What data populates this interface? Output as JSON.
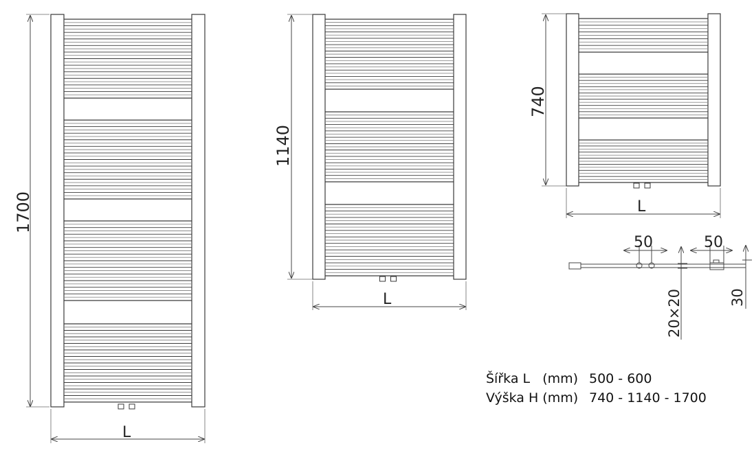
{
  "drawings": {
    "radiator_1700": {
      "height_label": "1700",
      "width_label": "L"
    },
    "radiator_1140": {
      "height_label": "1140",
      "width_label": "L"
    },
    "radiator_740": {
      "height_label": "740",
      "width_label": "L"
    }
  },
  "connection_detail": {
    "spacing_left": "50",
    "spacing_right": "50",
    "pipe_label": "20×20",
    "depth_label": "30"
  },
  "spec_table": {
    "rows": [
      {
        "label": "Šířka L   (mm)",
        "value": "500 - 600"
      },
      {
        "label": "Výška H (mm)",
        "value": "740 - 1140 - 1700"
      }
    ]
  },
  "colors": {
    "line": "#3a3a3a",
    "dimension": "#555555",
    "background": "#ffffff"
  }
}
